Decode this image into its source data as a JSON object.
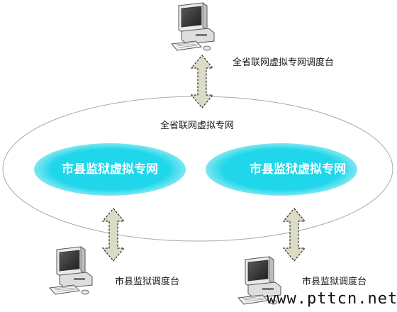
{
  "labels": {
    "top_console": "全省联网虚拟专网调度台",
    "ring": "全省联网虚拟专网",
    "left_network": "市县监狱虚拟专网",
    "right_network": "市县监狱虚拟专网",
    "left_console": "市县监狱调度台",
    "right_console": "市县监狱调度台"
  },
  "watermark": "www.pttcn.net",
  "colors": {
    "network_fill": "#1fd6ea",
    "ring_stroke": "#a9a9a9",
    "arrow_fill": "#dcdcc6",
    "arrow_stroke": "#2a2a2a"
  },
  "icons": {
    "computer": "desktop-computer-icon",
    "arrow": "double-arrow-icon"
  }
}
